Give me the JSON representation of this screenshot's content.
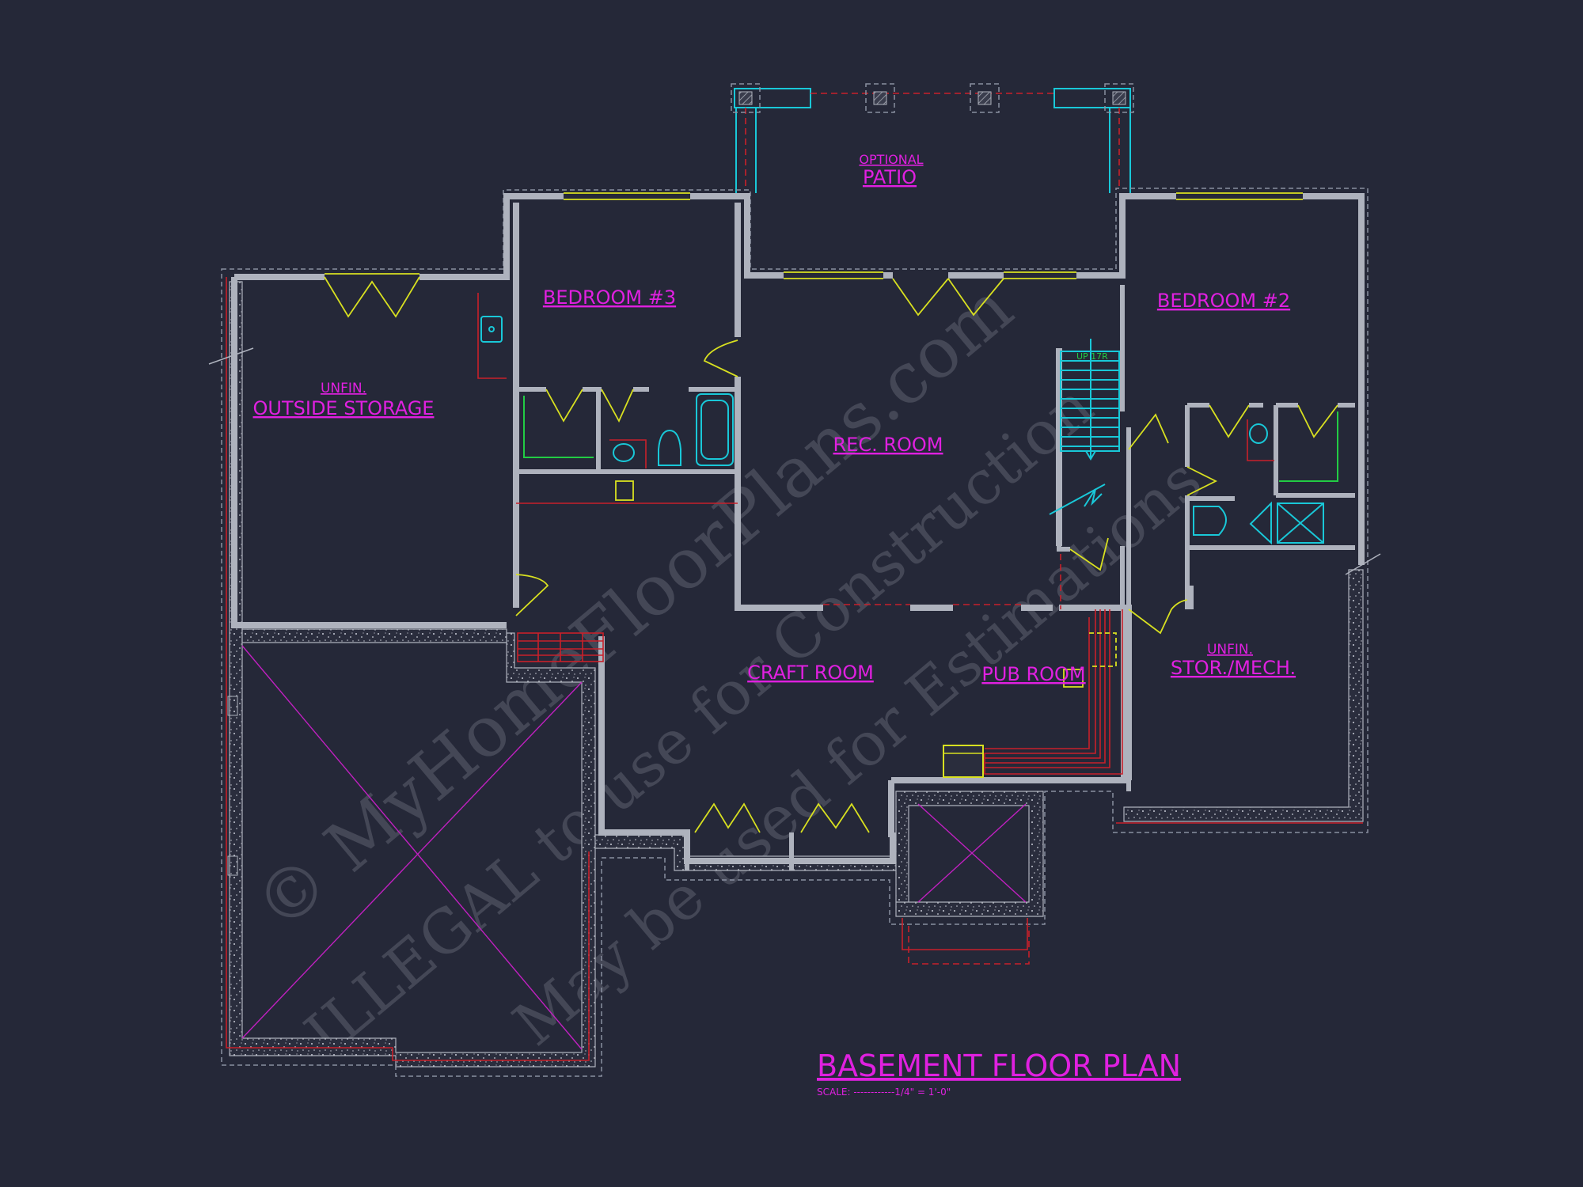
{
  "title": "BASEMENT FLOOR PLAN",
  "scale": "SCALE: ------------1/4\" = 1'-0\"",
  "rooms": {
    "optional": "OPTIONAL",
    "patio": "PATIO",
    "bedroom3": "BEDROOM #3",
    "bedroom2": "BEDROOM #2",
    "unfin_storage": "UNFIN.",
    "outside_storage": "OUTSIDE STORAGE",
    "rec_room": "REC. ROOM",
    "craft_room": "CRAFT ROOM",
    "pub_room": "PUB ROOM",
    "unfin_mech": "UNFIN.",
    "stor_mech": "STOR./MECH."
  },
  "stair_label": "UP 17R",
  "watermark": {
    "line1": "© MyHomeFloorPlans.com",
    "line2": "ILLEGAL to use for Construction",
    "line3": "May be used for Estimations"
  },
  "colors": {
    "background": "#252838",
    "label": "#e020e0",
    "wall": "#aeb2bd",
    "door": "#d8e020",
    "fixture": "#19c8d8",
    "dimension": "#c8202a"
  }
}
